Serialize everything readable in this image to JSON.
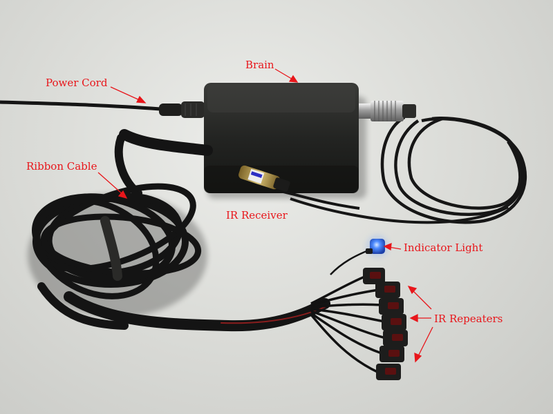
{
  "labels": {
    "brain": "Brain",
    "power_cord": "Power Cord",
    "ribbon_cable": "Ribbon Cable",
    "ir_receiver": "IR Receiver",
    "indicator_light": "Indicator Light",
    "ir_repeaters": "IR Repeaters"
  },
  "colors": {
    "label_text": "#e8161b",
    "arrow": "#e8161b",
    "background": "#d9dad6",
    "device_body": "#1c1d1b",
    "indicator_led": "#3b7bff"
  }
}
